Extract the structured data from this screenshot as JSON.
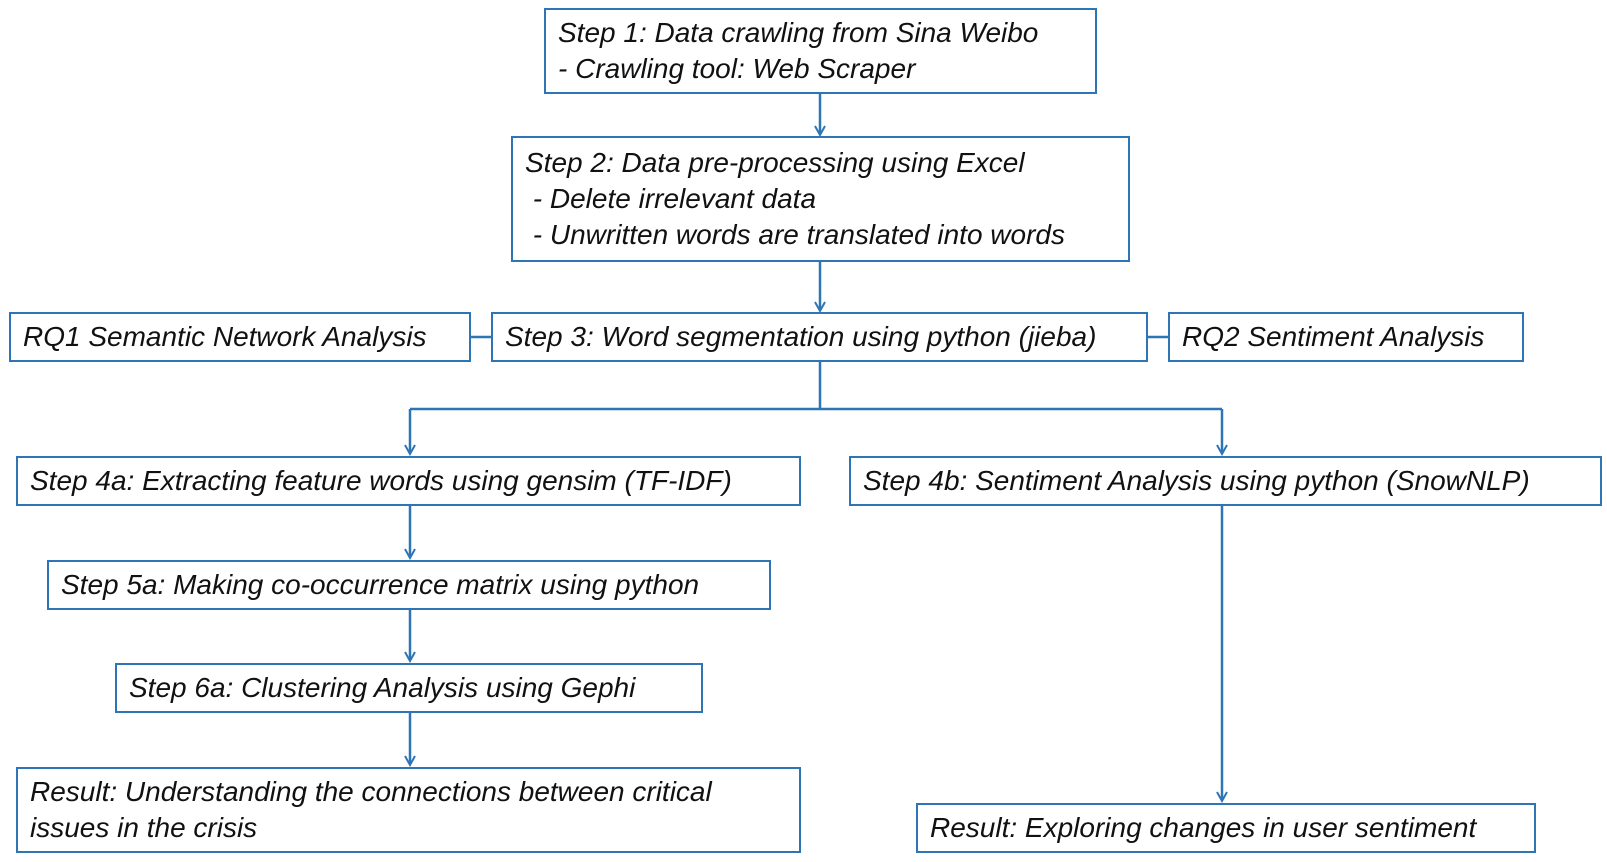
{
  "colors": {
    "line": "#2e75b6",
    "text": "#111111",
    "background": "#ffffff"
  },
  "step1": {
    "line1": "Step 1: Data crawling from Sina Weibo",
    "line2": "- Crawling tool: Web Scraper"
  },
  "step2": {
    "line1": "Step 2: Data pre-processing using Excel",
    "line2": " - Delete irrelevant data",
    "line3": " - Unwritten words are translated into words"
  },
  "step3": {
    "label": "Step 3: Word segmentation using python (jieba)"
  },
  "rq1": {
    "label": "RQ1 Semantic Network Analysis"
  },
  "rq2": {
    "label": "RQ2 Sentiment Analysis"
  },
  "step4a": {
    "label": "Step 4a: Extracting feature words using gensim (TF-IDF)"
  },
  "step4b": {
    "label": "Step 4b: Sentiment Analysis using python (SnowNLP)"
  },
  "step5a": {
    "label": "Step 5a: Making co-occurrence matrix using python"
  },
  "step6a": {
    "label": "Step 6a: Clustering Analysis using Gephi"
  },
  "result_a": {
    "line1": "Result: Understanding the connections between critical",
    "line2": "issues in the crisis"
  },
  "result_b": {
    "label": "Result: Exploring changes in user sentiment"
  }
}
